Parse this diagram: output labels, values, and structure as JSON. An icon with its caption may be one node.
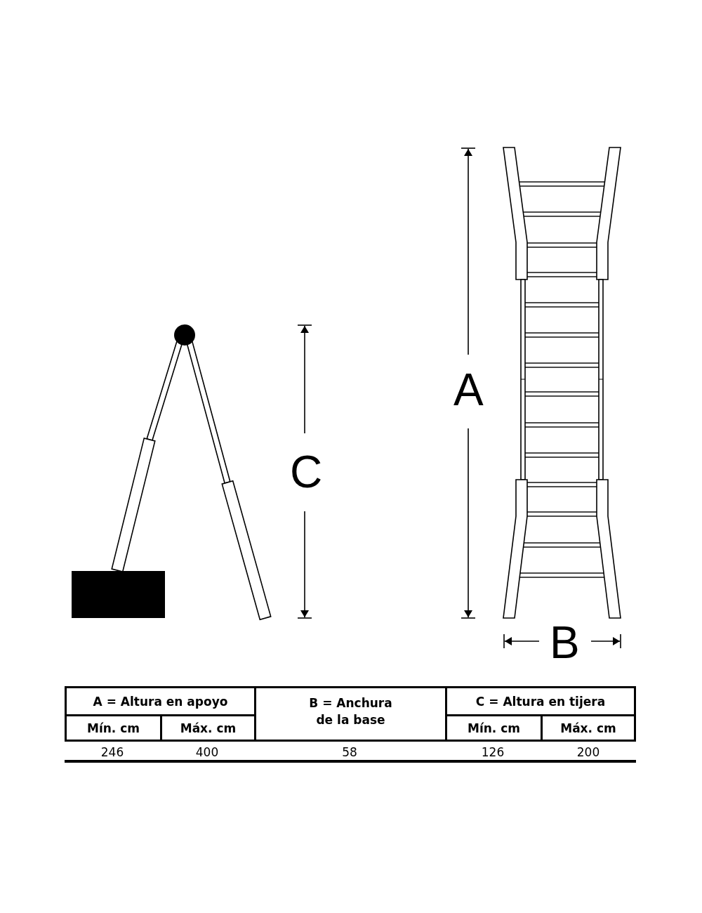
{
  "diagram": {
    "labels": [
      "A",
      "C",
      "B",
      "A = Altura en apoyo",
      "B = Anchura de la base",
      "C = Altura en tijera",
      "Mín. cm",
      "Máx. cm",
      "Mín. cm",
      "Máx. cm",
      "246",
      "400",
      "58",
      "126",
      "200"
    ]
  }
}
